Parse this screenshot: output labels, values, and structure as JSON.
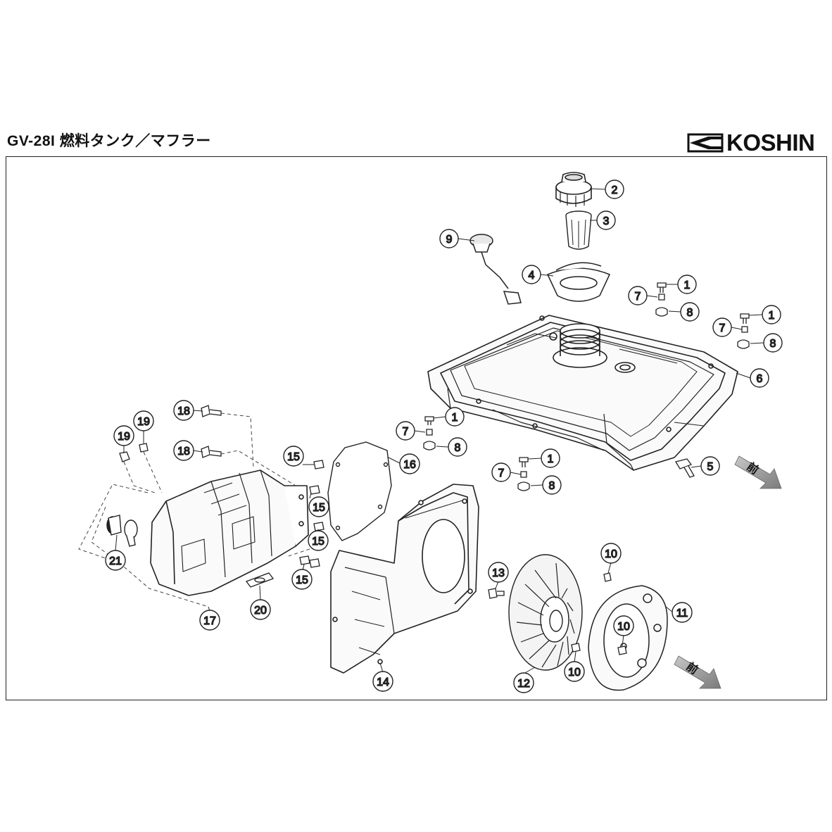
{
  "header": {
    "title": "GV-28I  燃料タンク／マフラー",
    "brand": "KOSHIN"
  },
  "direction_mark": "前",
  "callouts": [
    {
      "id": "c2",
      "label": "2"
    },
    {
      "id": "c3",
      "label": "3"
    },
    {
      "id": "c9",
      "label": "9"
    },
    {
      "id": "c4",
      "label": "4"
    },
    {
      "id": "c1a",
      "label": "1"
    },
    {
      "id": "c7a",
      "label": "7"
    },
    {
      "id": "c8a",
      "label": "8"
    },
    {
      "id": "c1b",
      "label": "1"
    },
    {
      "id": "c7b",
      "label": "7"
    },
    {
      "id": "c8b",
      "label": "8"
    },
    {
      "id": "c6",
      "label": "6"
    },
    {
      "id": "c1c",
      "label": "1"
    },
    {
      "id": "c7c",
      "label": "7"
    },
    {
      "id": "c8c",
      "label": "8"
    },
    {
      "id": "c16",
      "label": "16"
    },
    {
      "id": "c1d",
      "label": "1"
    },
    {
      "id": "c7d",
      "label": "7"
    },
    {
      "id": "c8d",
      "label": "8"
    },
    {
      "id": "c5",
      "label": "5"
    },
    {
      "id": "c18a",
      "label": "18"
    },
    {
      "id": "c19a",
      "label": "19"
    },
    {
      "id": "c19b",
      "label": "19"
    },
    {
      "id": "c18b",
      "label": "18"
    },
    {
      "id": "c15a",
      "label": "15"
    },
    {
      "id": "c15b",
      "label": "15"
    },
    {
      "id": "c15c",
      "label": "15"
    },
    {
      "id": "c15d",
      "label": "15"
    },
    {
      "id": "c21",
      "label": "21"
    },
    {
      "id": "c17",
      "label": "17"
    },
    {
      "id": "c20",
      "label": "20"
    },
    {
      "id": "c14",
      "label": "14"
    },
    {
      "id": "c13",
      "label": "13"
    },
    {
      "id": "c12",
      "label": "12"
    },
    {
      "id": "c10a",
      "label": "10"
    },
    {
      "id": "c10b",
      "label": "10"
    },
    {
      "id": "c10c",
      "label": "10"
    },
    {
      "id": "c11",
      "label": "11"
    }
  ]
}
